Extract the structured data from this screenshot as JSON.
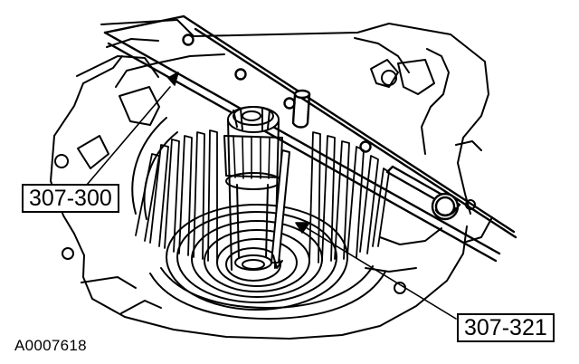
{
  "figure": {
    "callouts": {
      "tool_left": "307-300",
      "tool_right": "307-321"
    },
    "figure_id": "A0007618"
  },
  "colors": {
    "ink": "#000000",
    "paper": "#ffffff",
    "cut_line": "#000000"
  }
}
